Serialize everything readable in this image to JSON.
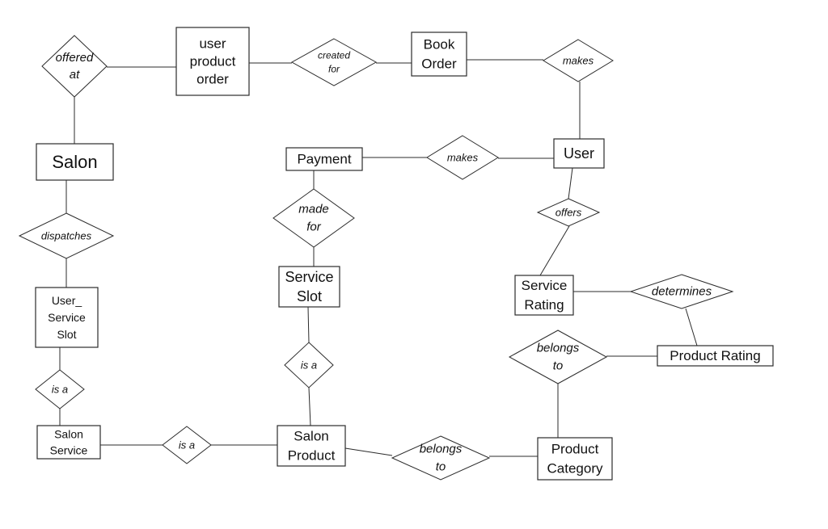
{
  "diagram": {
    "entities": [
      {
        "id": "user_product_order",
        "lines": [
          "user",
          "product",
          "order"
        ]
      },
      {
        "id": "book_order",
        "lines": [
          "Book",
          "Order"
        ]
      },
      {
        "id": "salon",
        "lines": [
          "Salon"
        ]
      },
      {
        "id": "payment",
        "lines": [
          "Payment"
        ]
      },
      {
        "id": "user",
        "lines": [
          "User"
        ]
      },
      {
        "id": "user_service_slot",
        "lines": [
          "User_",
          "Service",
          "Slot"
        ]
      },
      {
        "id": "service_slot",
        "lines": [
          "Service",
          "Slot"
        ]
      },
      {
        "id": "service_rating",
        "lines": [
          "Service",
          "Rating"
        ]
      },
      {
        "id": "product_rating",
        "lines": [
          "Product Rating"
        ]
      },
      {
        "id": "salon_service",
        "lines": [
          "Salon",
          "Service"
        ]
      },
      {
        "id": "salon_product",
        "lines": [
          "Salon",
          "Product"
        ]
      },
      {
        "id": "product_category",
        "lines": [
          "Product",
          "Category"
        ]
      }
    ],
    "relationships": [
      {
        "id": "offered_at",
        "lines": [
          "offered",
          "at"
        ]
      },
      {
        "id": "created_for",
        "lines": [
          "created",
          "for"
        ]
      },
      {
        "id": "makes_order",
        "lines": [
          "makes"
        ]
      },
      {
        "id": "makes_payment",
        "lines": [
          "makes"
        ]
      },
      {
        "id": "dispatches",
        "lines": [
          "dispatches"
        ]
      },
      {
        "id": "made_for",
        "lines": [
          "made",
          "for"
        ]
      },
      {
        "id": "offers",
        "lines": [
          "offers"
        ]
      },
      {
        "id": "determines",
        "lines": [
          "determines"
        ]
      },
      {
        "id": "is_a_slot",
        "lines": [
          "is a"
        ]
      },
      {
        "id": "belongs_to_rating",
        "lines": [
          "belongs",
          "to"
        ]
      },
      {
        "id": "is_a_user_slot",
        "lines": [
          "is a"
        ]
      },
      {
        "id": "is_a_service",
        "lines": [
          "is a"
        ]
      },
      {
        "id": "belongs_to_category",
        "lines": [
          "belongs",
          "to"
        ]
      }
    ]
  }
}
